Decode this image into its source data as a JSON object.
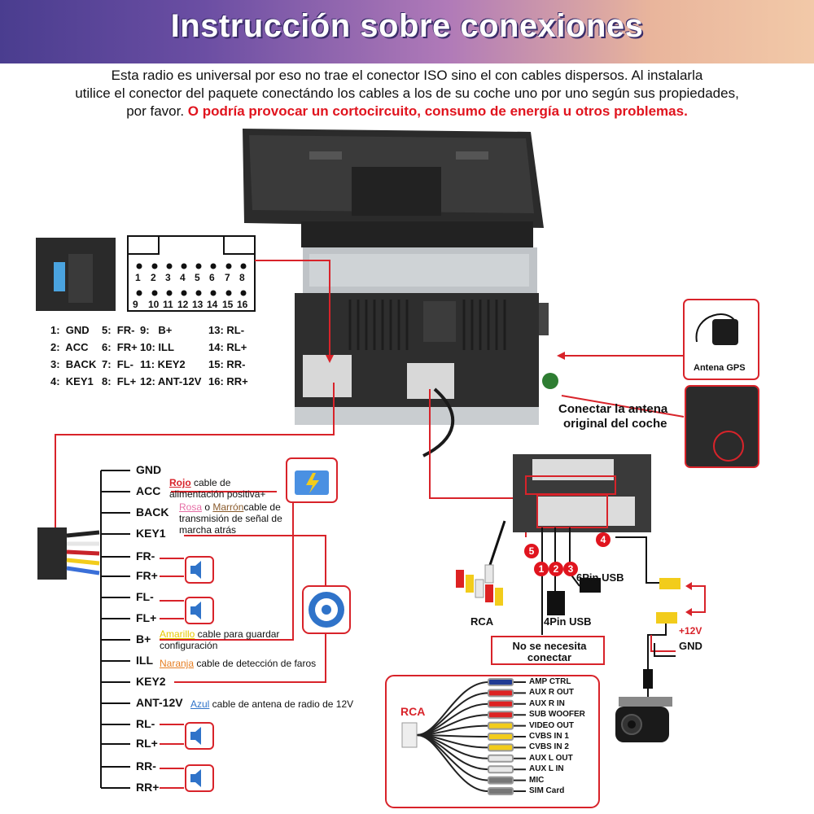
{
  "title": "Instrucción sobre conexiones",
  "intro": {
    "line1": "Esta radio es universal por eso no trae el conector ISO sino el con cables dispersos. Al instalarla",
    "line2": "utilice el conector del paquete conectándo los cables a los de su coche uno por uno según sus propiedades,",
    "line3_a": "por favor.",
    "line3_b": "O podría provocar un cortocircuito, consumo de energía u otros problemas."
  },
  "pin_numbers_top": [
    "1",
    "2",
    "3",
    "4",
    "5",
    "6",
    "7",
    "8"
  ],
  "pin_numbers_bottom": [
    "9",
    "10",
    "11",
    "12",
    "13",
    "14",
    "15",
    "16"
  ],
  "pin_legend": [
    [
      "1:  GND",
      "5:  FR-",
      "9:   B+",
      "13: RL-"
    ],
    [
      "2:  ACC",
      "6:  FR+",
      "10: ILL",
      "14: RL+"
    ],
    [
      "3:  BACK",
      "7:  FL-",
      "11: KEY2",
      "15: RR-"
    ],
    [
      "4:  KEY1",
      "8:  FL+",
      "12: ANT-12V",
      "16: RR+"
    ]
  ],
  "gps_label": "Antena GPS",
  "antenna_label_1": "Conectar la antena",
  "antenna_label_2": "original del coche",
  "wires": [
    "GND",
    "ACC",
    "BACK",
    "KEY1",
    "FR-",
    "FR+",
    "FL-",
    "FL+",
    "B+",
    "ILL",
    "KEY2",
    "ANT-12V",
    "RL-",
    "RL+",
    "RR-",
    "RR+"
  ],
  "notes": {
    "acc_color": "Rojo",
    "acc_text1": " cable de",
    "acc_text2": "alimentación positiva+",
    "back_color1": "Rosa",
    "back_o": " o ",
    "back_color2": "Marrón",
    "back_text1": "cable de",
    "back_text2": "transmisión de señal de",
    "back_text3": "marcha atrás",
    "b_color": "Amarillo",
    "b_text1": " cable para guardar",
    "b_text2": "configuración",
    "ill_color": "Naranja",
    "ill_text": " cable de detección de faros",
    "ant_color": "Azul",
    "ant_text": " cable de antena de radio de 12V"
  },
  "usb6": "6Pin USB",
  "usb4": "4Pin USB",
  "rca_small": "RCA",
  "no_need_1": "No se necesita",
  "no_need_2": "conectar",
  "plus12v": "+12V",
  "gnd_cam": "GND",
  "numbers": [
    "1",
    "2",
    "3",
    "4",
    "5"
  ],
  "rca_box_label": "RCA",
  "rca_items": [
    "AMP CTRL",
    "AUX  R  OUT",
    "AUX  R  IN",
    "SUB  WOOFER",
    "VIDEO  OUT",
    "CVBS IN 1",
    "CVBS IN 2",
    "AUX  L  OUT",
    "AUX  L  IN",
    "MIC",
    "SIM Card"
  ],
  "colors": {
    "accent_red": "#d8232a",
    "note_red": "#e0141e",
    "rca_red": "#d22",
    "rca_yellow": "#f2cc1b",
    "rca_white": "#e8e8e8"
  }
}
